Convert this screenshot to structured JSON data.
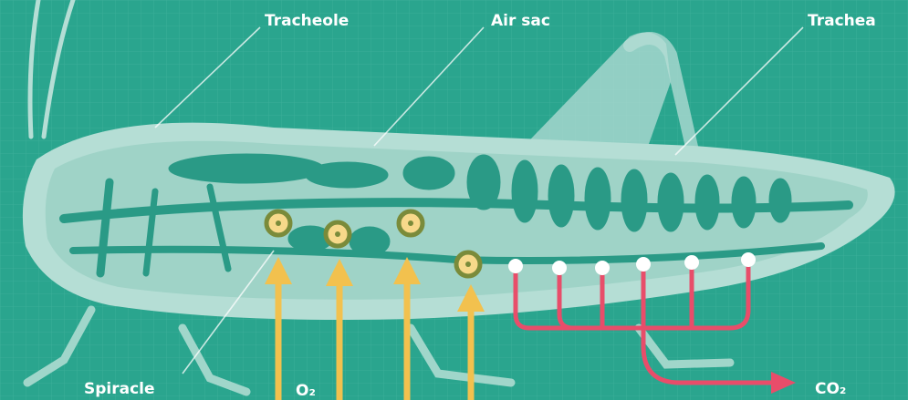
{
  "labels": {
    "tracheole": "Tracheole",
    "air_sac": "Air sac",
    "trachea": "Trachea",
    "spiracle": "Spiracle",
    "o2": "O₂",
    "co2": "CO₂"
  },
  "colors": {
    "background": "#2aa58e",
    "grid": "#4fb8a3",
    "body": "#b5ded5",
    "tube": "#2a9a86",
    "o2_arrow": "#f2c14e",
    "co2_arrow": "#e84d6a",
    "spiracle_ring": "#7a8b3a",
    "label": "#ffffff"
  }
}
